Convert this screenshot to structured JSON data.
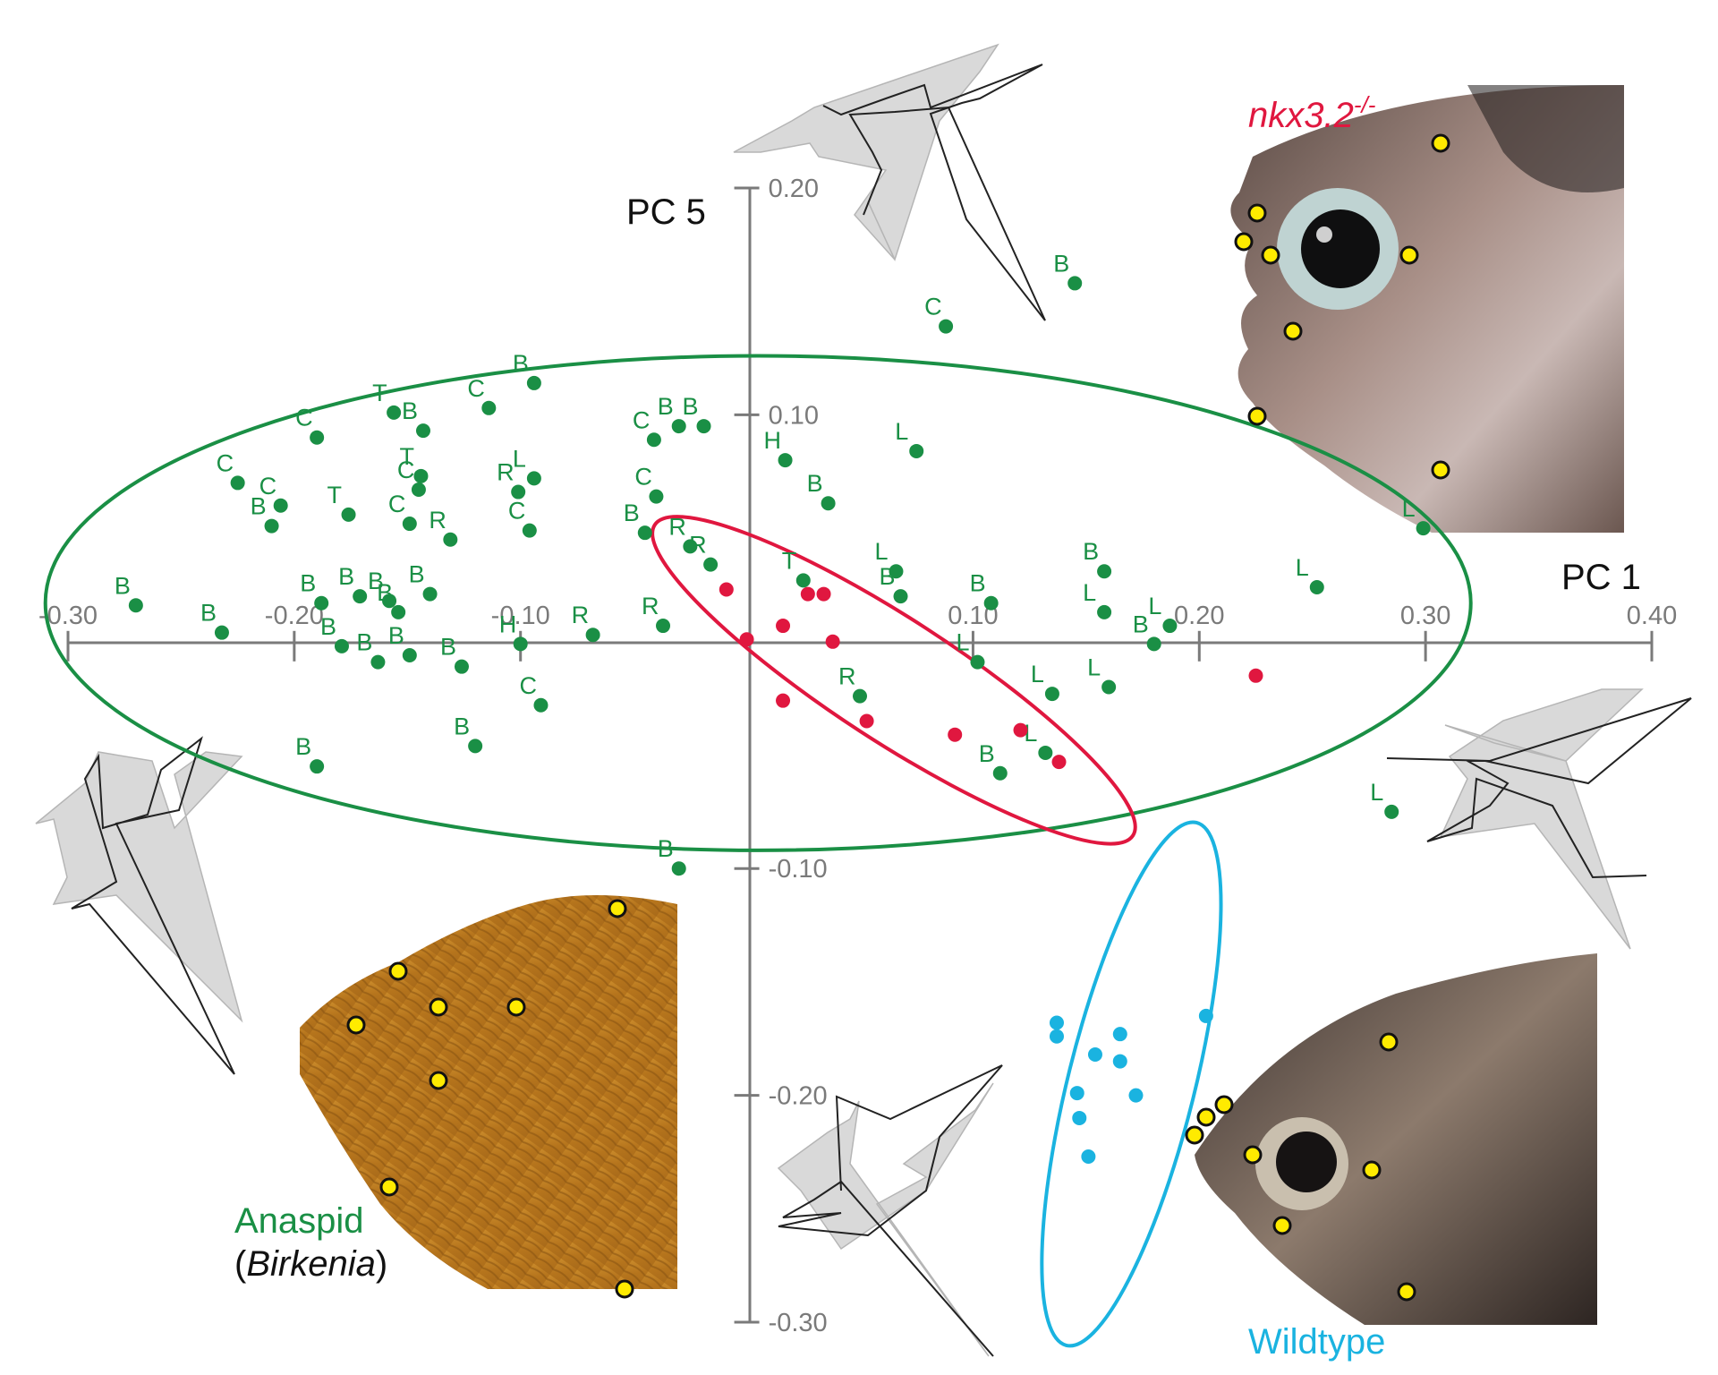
{
  "chart_data": {
    "type": "scatter",
    "xlabel": "PC 1",
    "ylabel": "PC 5",
    "xlim": [
      -0.3,
      0.4
    ],
    "ylim": [
      -0.3,
      0.2
    ],
    "x_ticks": [
      "-0.30",
      "-0.20",
      "-0.10",
      "0.10",
      "0.20",
      "0.30",
      "0.40"
    ],
    "y_ticks": [
      "0.20",
      "0.10",
      "-0.10",
      "-0.20",
      "-0.30"
    ],
    "grid": false,
    "colors": {
      "anaspid": "#1a8f45",
      "mutant": "#e0173f",
      "wildtype": "#1ab3e0"
    },
    "series": [
      {
        "name": "Anaspid (Birkenia)",
        "color": "#1a8f45",
        "points": [
          {
            "label": "B",
            "x": 0.145,
            "y": 0.158
          },
          {
            "label": "C",
            "x": 0.088,
            "y": 0.139
          },
          {
            "label": "B",
            "x": -0.094,
            "y": 0.114
          },
          {
            "label": "T",
            "x": -0.156,
            "y": 0.101
          },
          {
            "label": "B",
            "x": -0.143,
            "y": 0.093
          },
          {
            "label": "C",
            "x": -0.114,
            "y": 0.103
          },
          {
            "label": "C",
            "x": -0.19,
            "y": 0.09
          },
          {
            "label": "C",
            "x": -0.225,
            "y": 0.07
          },
          {
            "label": "C",
            "x": -0.206,
            "y": 0.06
          },
          {
            "label": "B",
            "x": -0.21,
            "y": 0.051
          },
          {
            "label": "T",
            "x": -0.176,
            "y": 0.056
          },
          {
            "label": "T",
            "x": -0.144,
            "y": 0.073
          },
          {
            "label": "C",
            "x": -0.145,
            "y": 0.067
          },
          {
            "label": "C",
            "x": -0.149,
            "y": 0.052
          },
          {
            "label": "R",
            "x": -0.131,
            "y": 0.045
          },
          {
            "label": "L",
            "x": -0.094,
            "y": 0.072
          },
          {
            "label": "R",
            "x": -0.101,
            "y": 0.066
          },
          {
            "label": "C",
            "x": -0.096,
            "y": 0.049
          },
          {
            "label": "C",
            "x": -0.04,
            "y": 0.064
          },
          {
            "label": "B",
            "x": -0.045,
            "y": 0.048
          },
          {
            "label": "C",
            "x": -0.041,
            "y": 0.089
          },
          {
            "label": "B",
            "x": -0.03,
            "y": 0.095
          },
          {
            "label": "B",
            "x": -0.019,
            "y": 0.095
          },
          {
            "label": "H",
            "x": 0.017,
            "y": 0.08
          },
          {
            "label": "L",
            "x": 0.075,
            "y": 0.084
          },
          {
            "label": "B",
            "x": 0.036,
            "y": 0.061
          },
          {
            "label": "R",
            "x": -0.025,
            "y": 0.042
          },
          {
            "label": "R",
            "x": -0.016,
            "y": 0.034
          },
          {
            "label": "T",
            "x": 0.025,
            "y": 0.027
          },
          {
            "label": "L",
            "x": 0.066,
            "y": 0.031
          },
          {
            "label": "B",
            "x": 0.068,
            "y": 0.02
          },
          {
            "label": "B",
            "x": 0.108,
            "y": 0.017
          },
          {
            "label": "B",
            "x": 0.158,
            "y": 0.031
          },
          {
            "label": "L",
            "x": 0.158,
            "y": 0.013
          },
          {
            "label": "L",
            "x": 0.187,
            "y": 0.007
          },
          {
            "label": "B",
            "x": 0.18,
            "y": -0.001
          },
          {
            "label": "L",
            "x": 0.252,
            "y": 0.024
          },
          {
            "label": "L",
            "x": 0.299,
            "y": 0.05
          },
          {
            "label": "B",
            "x": -0.27,
            "y": 0.016
          },
          {
            "label": "B",
            "x": -0.232,
            "y": 0.004
          },
          {
            "label": "B",
            "x": -0.188,
            "y": 0.017
          },
          {
            "label": "B",
            "x": -0.171,
            "y": 0.02
          },
          {
            "label": "B",
            "x": -0.158,
            "y": 0.018
          },
          {
            "label": "B",
            "x": -0.14,
            "y": 0.021
          },
          {
            "label": "B",
            "x": -0.154,
            "y": 0.013
          },
          {
            "label": "B",
            "x": -0.179,
            "y": -0.002
          },
          {
            "label": "B",
            "x": -0.163,
            "y": -0.009
          },
          {
            "label": "B",
            "x": -0.149,
            "y": -0.006
          },
          {
            "label": "B",
            "x": -0.126,
            "y": -0.011
          },
          {
            "label": "H",
            "x": -0.1,
            "y": -0.001
          },
          {
            "label": "R",
            "x": -0.068,
            "y": 0.003
          },
          {
            "label": "R",
            "x": -0.037,
            "y": 0.007
          },
          {
            "label": "C",
            "x": -0.091,
            "y": -0.028
          },
          {
            "label": "B",
            "x": -0.12,
            "y": -0.046
          },
          {
            "label": "B",
            "x": -0.19,
            "y": -0.055
          },
          {
            "label": "L",
            "x": 0.102,
            "y": -0.009
          },
          {
            "label": "R",
            "x": 0.05,
            "y": -0.024
          },
          {
            "label": "L",
            "x": 0.135,
            "y": -0.023
          },
          {
            "label": "L",
            "x": 0.16,
            "y": -0.02
          },
          {
            "label": "L",
            "x": 0.132,
            "y": -0.049
          },
          {
            "label": "B",
            "x": 0.112,
            "y": -0.058
          },
          {
            "label": "L",
            "x": 0.285,
            "y": -0.075
          },
          {
            "label": "B",
            "x": -0.03,
            "y": -0.1
          }
        ]
      },
      {
        "name": "nkx3.2",
        "color": "#e0173f",
        "points": [
          {
            "x": -0.009,
            "y": 0.023
          },
          {
            "x": 0.027,
            "y": 0.021
          },
          {
            "x": 0.034,
            "y": 0.021
          },
          {
            "x": 0.0,
            "y": 0.001
          },
          {
            "x": 0.016,
            "y": 0.007
          },
          {
            "x": 0.038,
            "y": 0.0
          },
          {
            "x": 0.016,
            "y": -0.026
          },
          {
            "x": 0.053,
            "y": -0.035
          },
          {
            "x": 0.092,
            "y": -0.041
          },
          {
            "x": 0.121,
            "y": -0.039
          },
          {
            "x": 0.138,
            "y": -0.053
          },
          {
            "x": 0.225,
            "y": -0.015
          }
        ]
      },
      {
        "name": "Wildtype",
        "color": "#1ab3e0",
        "points": [
          {
            "x": 0.137,
            "y": -0.168
          },
          {
            "x": 0.137,
            "y": -0.174
          },
          {
            "x": 0.154,
            "y": -0.182
          },
          {
            "x": 0.165,
            "y": -0.173
          },
          {
            "x": 0.165,
            "y": -0.185
          },
          {
            "x": 0.203,
            "y": -0.165
          },
          {
            "x": 0.146,
            "y": -0.199
          },
          {
            "x": 0.172,
            "y": -0.2
          },
          {
            "x": 0.147,
            "y": -0.21
          },
          {
            "x": 0.151,
            "y": -0.227
          }
        ]
      }
    ],
    "ellipses": [
      {
        "series": "Anaspid (Birkenia)",
        "cx": 0.005,
        "cy": 0.017,
        "rx": 0.315,
        "ry": 0.109,
        "rotation_deg": 0
      },
      {
        "series": "nkx3.2",
        "cx": 0.065,
        "cy": -0.017,
        "rx": 0.126,
        "ry": 0.027,
        "rotation_deg": 33
      },
      {
        "series": "Wildtype",
        "cx": 0.17,
        "cy": -0.195,
        "rx": 0.119,
        "ry": 0.028,
        "rotation_deg": -76
      }
    ],
    "annotations": {
      "mutant_label": "nkx3.2",
      "mutant_superscript": "-/-",
      "anaspid_label": "Anaspid",
      "anaspid_paren_open": "(",
      "anaspid_genus": "Birkenia",
      "anaspid_paren_close": ")",
      "wildtype_label": "Wildtype"
    }
  }
}
